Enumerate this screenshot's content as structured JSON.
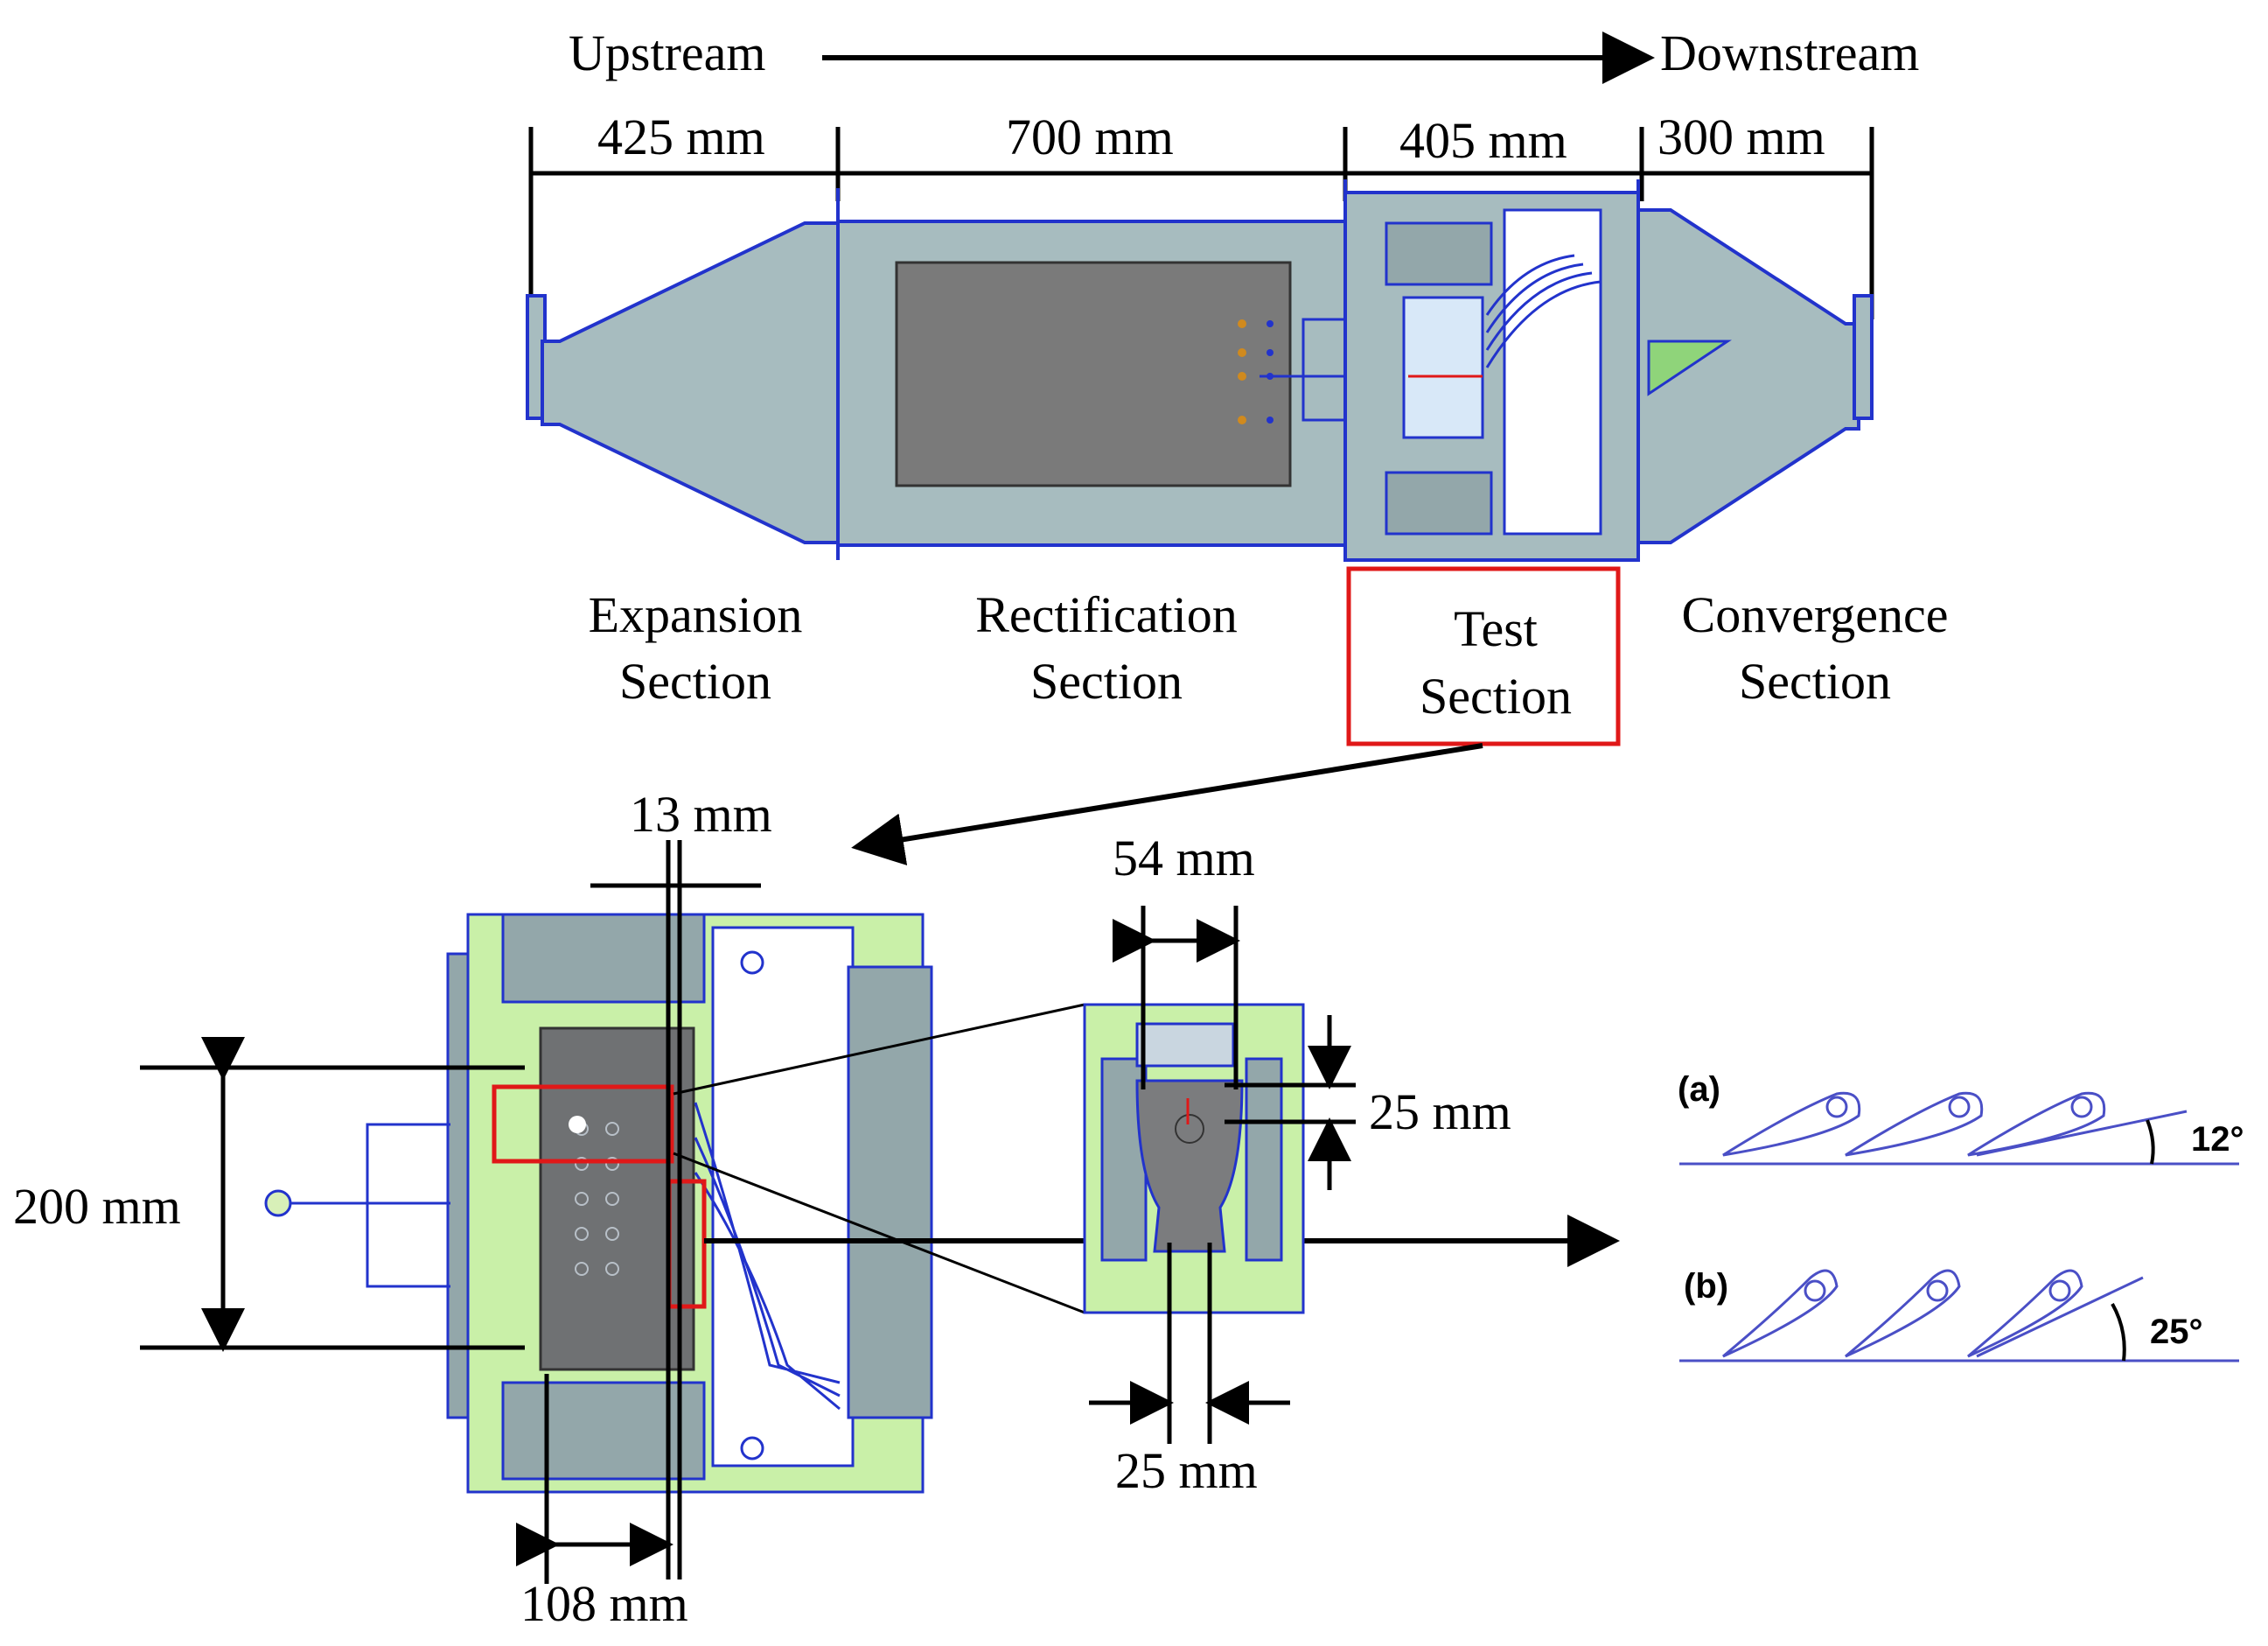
{
  "flow": {
    "upstream": "Upstream",
    "downstream": "Downstream"
  },
  "top_dims": {
    "expansion": "425 mm",
    "rectification": "700 mm",
    "test": "405 mm",
    "convergence": "300 mm"
  },
  "sections": {
    "expansion": [
      "Expansion",
      "Section"
    ],
    "rectification": [
      "Rectification",
      "Section"
    ],
    "test": [
      "Test",
      "Section"
    ],
    "convergence": [
      "Convergence",
      "Section"
    ]
  },
  "detail_dims": {
    "gap": "13 mm",
    "height": "200 mm",
    "length": "108 mm",
    "chord": "54 mm",
    "thickness": "25 mm",
    "inlet": "25 mm"
  },
  "inset": {
    "a": {
      "label": "(a)",
      "angle": "12°"
    },
    "b": {
      "label": "(b)",
      "angle": "25°"
    }
  },
  "colors": {
    "outline": "#2233cc",
    "body": "#a7bcbf",
    "highlight": "#e01818",
    "green": "#c9f0a8"
  }
}
